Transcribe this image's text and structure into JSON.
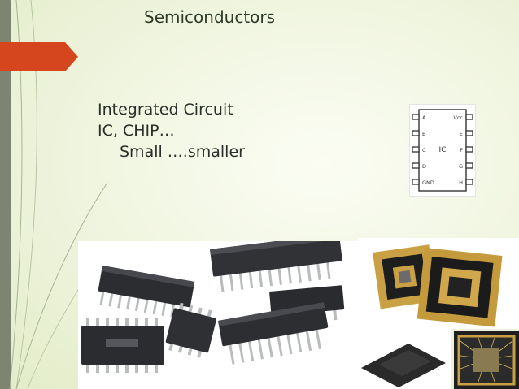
{
  "slide": {
    "title": "Semiconductors",
    "body_lines": [
      "Integrated Circuit",
      "IC, CHIP…",
      "Small ….smaller"
    ]
  },
  "ic_diagram": {
    "center_label": "IC",
    "left_pins": [
      "A",
      "B",
      "C",
      "D",
      "GND"
    ],
    "right_pins": [
      "Vcc",
      "E",
      "F",
      "G",
      "H"
    ]
  },
  "colors": {
    "accent_arrow": "#d5461e",
    "left_bar": "#7d8570",
    "background": "#f1f6e2"
  }
}
